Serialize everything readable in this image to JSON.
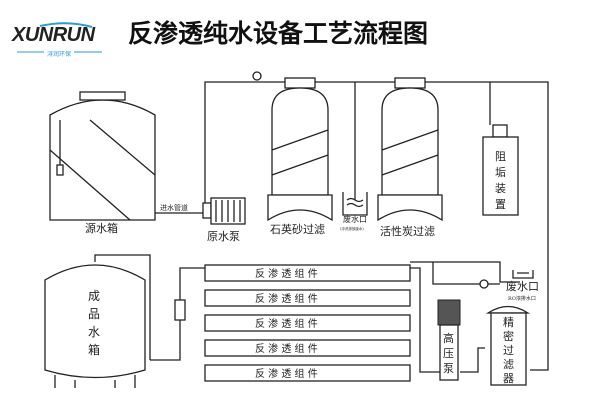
{
  "logo": {
    "name": "XUNRUN",
    "sub": "浔润环保",
    "color": "#2a9bd8"
  },
  "title": "反渗透纯水设备工艺流程图",
  "labels": {
    "source_tank": "源水箱",
    "inlet_pipe": "进水管道",
    "raw_pump": "原水泵",
    "sand_filter": "石英砂过滤",
    "waste_outlet_1": "废水口",
    "waste_outlet_1_note": "(冲洗排放废水)",
    "carbon_filter": "活性炭过滤",
    "antiscalant": [
      "阻",
      "垢",
      "装",
      "置"
    ],
    "product_tank": [
      "成",
      "品",
      "水",
      "箱"
    ],
    "ro_module": "反 渗 透 组 件",
    "high_pressure_pump": [
      "高",
      "压",
      "泵"
    ],
    "precision_filter": [
      "精",
      "密",
      "过",
      "滤",
      "器"
    ],
    "waste_outlet_2": "废水口",
    "waste_outlet_2_note": "RO浓排水口"
  }
}
